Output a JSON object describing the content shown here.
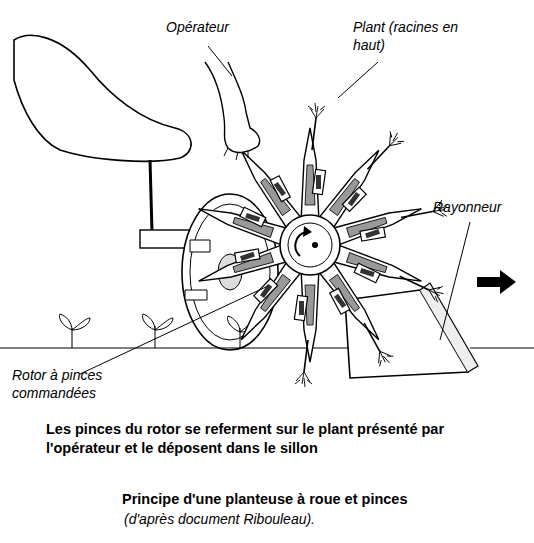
{
  "diagram": {
    "caption": "Principe d'une planteuse à roue et pinces",
    "labels": [
      "Opérateur",
      "Plant (racines en haut)",
      "Rayonneur",
      "Rotor à pinces commandées",
      "Les pinces du rotor se referment sur le plant présenté par l'opérateur et le déposent dans le sillon",
      "(d'après document Ribouleau)."
    ]
  }
}
